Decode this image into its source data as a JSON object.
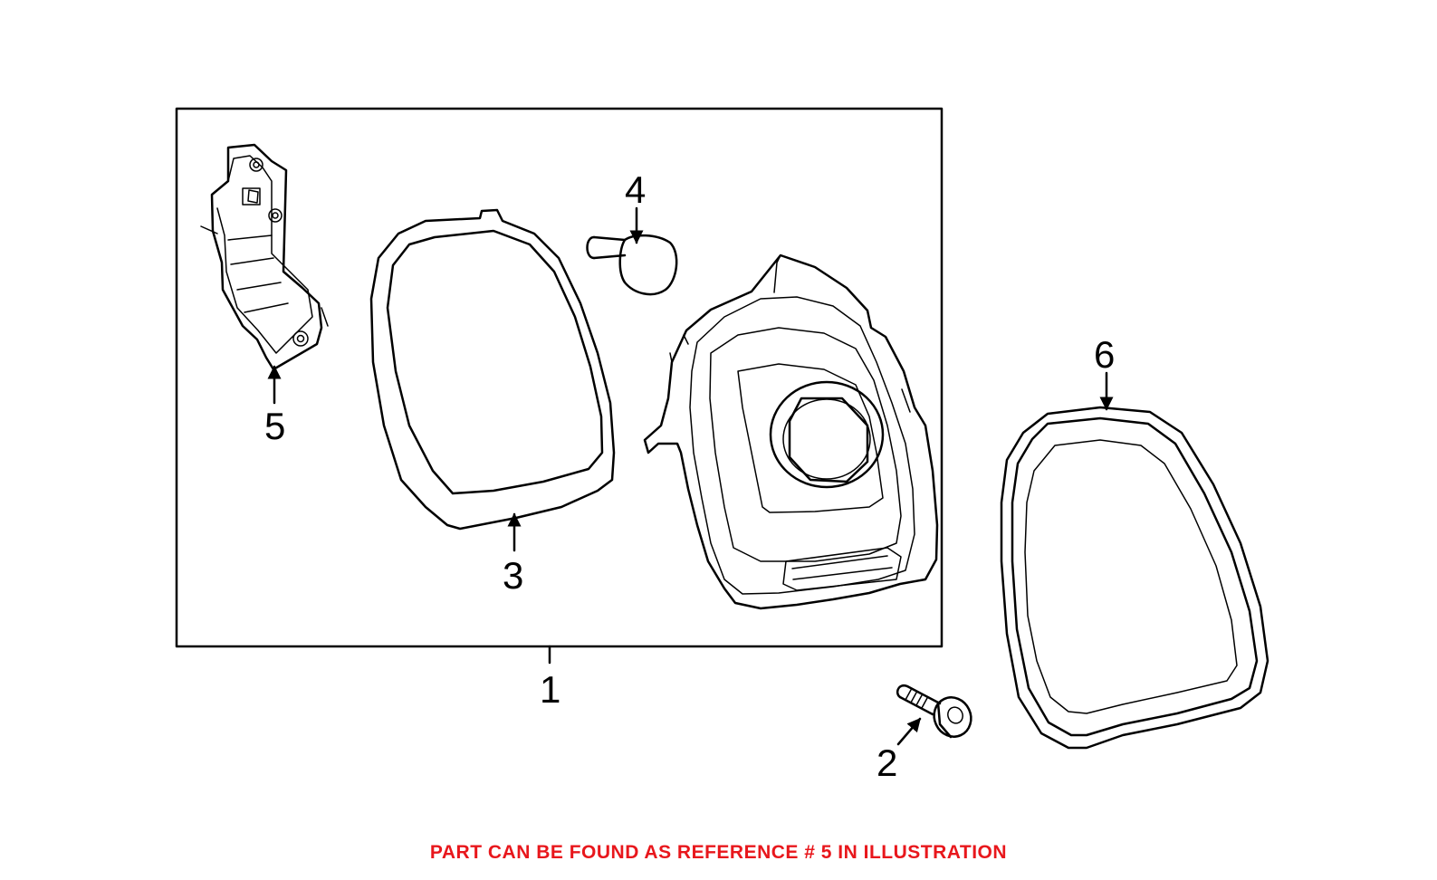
{
  "callouts": {
    "c1": "1",
    "c2": "2",
    "c3": "3",
    "c4": "4",
    "c5": "5",
    "c6": "6"
  },
  "notice": {
    "text": "PART CAN BE FOUND AS REFERENCE # 5 IN ILLUSTRATION",
    "color": "#e8171c"
  },
  "colors": {
    "line": "#000000",
    "background": "#ffffff"
  }
}
